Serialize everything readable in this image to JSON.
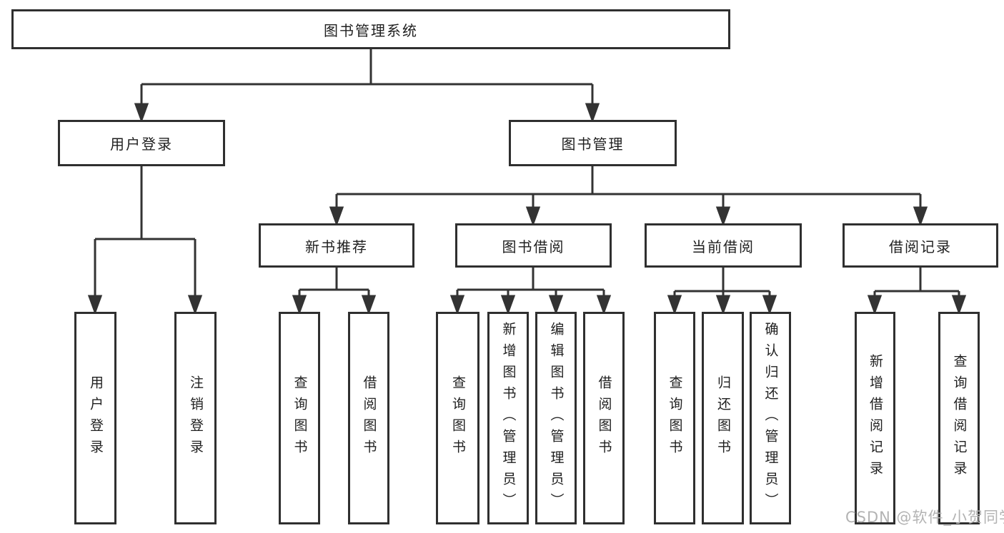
{
  "nodes": {
    "root": {
      "label": "图书管理系统"
    },
    "login": {
      "label": "用户登录",
      "children": [
        {
          "label": "用户登录"
        },
        {
          "label": "注销登录"
        }
      ]
    },
    "management": {
      "label": "图书管理"
    },
    "recommend": {
      "label": "新书推荐",
      "children": [
        {
          "label": "查询图书"
        },
        {
          "label": "借阅图书"
        }
      ]
    },
    "borrowing": {
      "label": "图书借阅",
      "children": [
        {
          "label": "查询图书"
        },
        {
          "label": "新增图书（管理员）"
        },
        {
          "label": "编辑图书（管理员）"
        },
        {
          "label": "借阅图书"
        }
      ]
    },
    "current": {
      "label": "当前借阅",
      "children": [
        {
          "label": "查询图书"
        },
        {
          "label": "归还图书"
        },
        {
          "label": "确认归还（管理员）"
        }
      ]
    },
    "records": {
      "label": "借阅记录",
      "children": [
        {
          "label": "新增借阅记录"
        },
        {
          "label": "查询借阅记录"
        }
      ]
    }
  },
  "watermark": {
    "text": "CSDN @软件_小贺同学"
  },
  "colors": {
    "line": "#333333",
    "box_border": "#2f2f2f",
    "text": "#1f1f1f",
    "background": "#ffffff",
    "watermark": "#b3b3b3"
  }
}
